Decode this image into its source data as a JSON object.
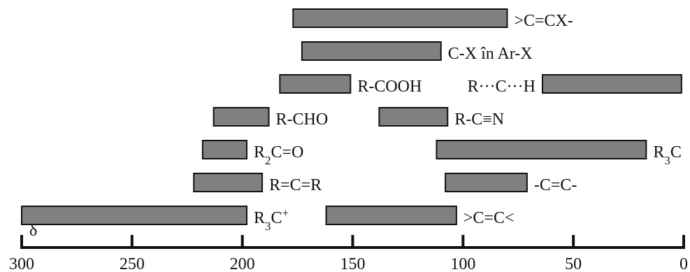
{
  "chart_data": {
    "type": "bar",
    "orientation": "horizontal-range",
    "x_axis": {
      "symbol": "δ",
      "ticks": [
        "300",
        "250",
        "200",
        "150",
        "100",
        "50",
        "0"
      ],
      "range": [
        300,
        0
      ],
      "direction": "reversed"
    },
    "grid": false,
    "legend": "none",
    "colors": {
      "bar_fill": "#808080",
      "bar_stroke": "#111111",
      "axis": "#111111",
      "text": "#111111"
    },
    "bars": [
      {
        "label": ">C=CX-",
        "start": 177,
        "end": 80,
        "row": 1
      },
      {
        "label": "C-X în Ar-X",
        "start": 173,
        "end": 110,
        "row": 2
      },
      {
        "label": "R-COOH",
        "start": 183,
        "end": 151,
        "row": 3
      },
      {
        "label": "R···C···H",
        "start": 64,
        "end": 1,
        "row": 3,
        "label_position": "left"
      },
      {
        "label": "R-CHO",
        "start": 213,
        "end": 188,
        "row": 4
      },
      {
        "label": "R-C≡N",
        "start": 138,
        "end": 107,
        "row": 4
      },
      {
        "label": "R₂C=O",
        "start": 218,
        "end": 198,
        "row": 5
      },
      {
        "label": "R₃C",
        "start": 112,
        "end": 17,
        "row": 5
      },
      {
        "label": "R=C=R",
        "start": 222,
        "end": 191,
        "row": 6
      },
      {
        "label": "-C=C-",
        "start": 108,
        "end": 71,
        "row": 6
      },
      {
        "label": "R₃C⁺",
        "start": 300,
        "end": 198,
        "row": 7
      },
      {
        "label": ">C=C<",
        "start": 162,
        "end": 103,
        "row": 7
      }
    ]
  }
}
